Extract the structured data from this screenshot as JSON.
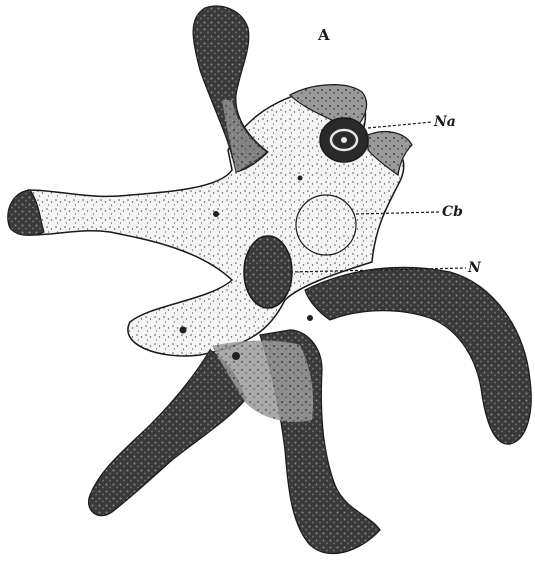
{
  "figure": {
    "letter": "A",
    "labels": {
      "na": "Na",
      "cb": "Cb",
      "n": "N"
    }
  },
  "colors": {
    "ink": "#1a1a1a",
    "dark_pseudopod": "#3c3c3c",
    "light_cytoplasm": "#f2f2f2",
    "stipple": "#555555"
  }
}
